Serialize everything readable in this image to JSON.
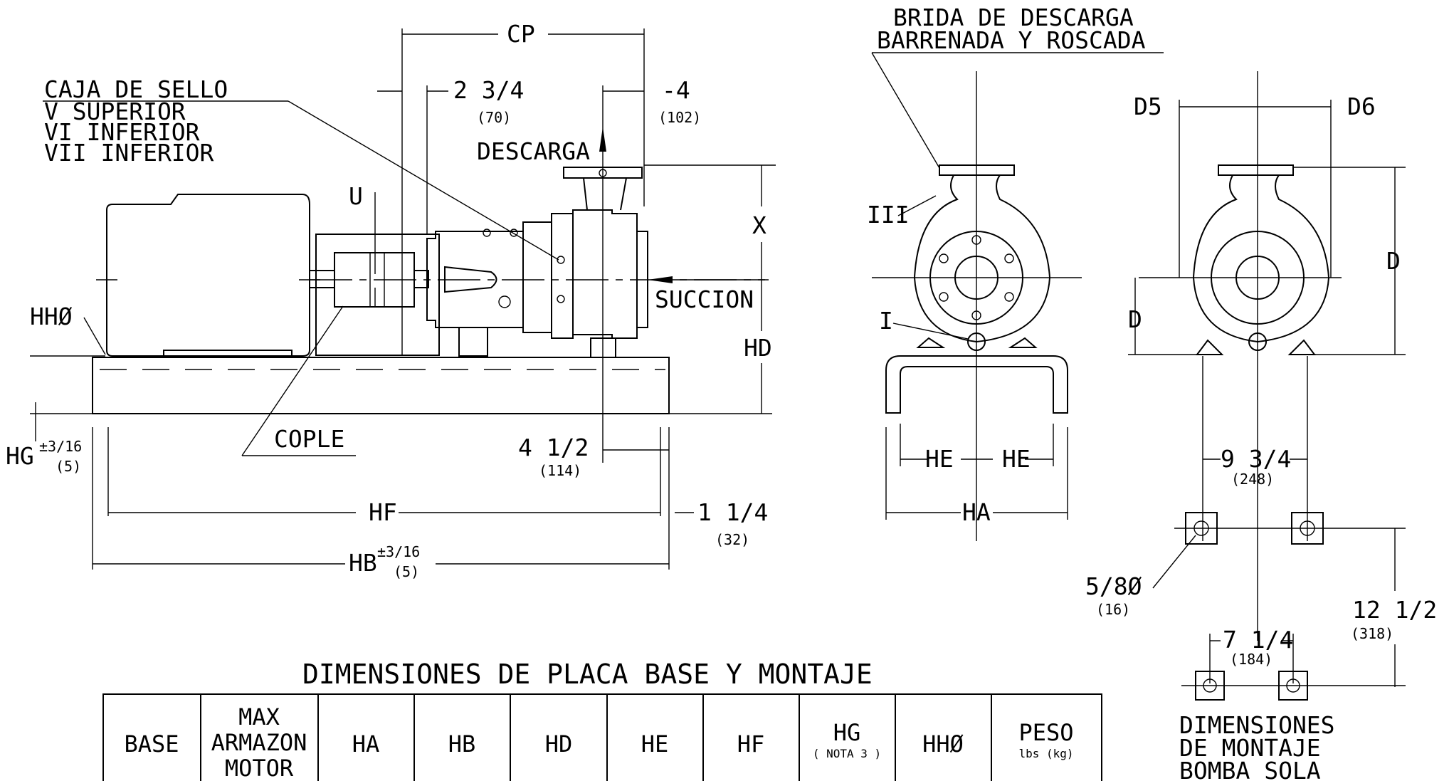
{
  "labels": {
    "caja_line1": "CAJA DE SELLO",
    "caja_line2": "V  SUPERIOR",
    "caja_line3": "VI INFERIOR",
    "caja_line4": "VII INFERIOR",
    "cp": "CP",
    "d234": "2 3/4",
    "d234_mm": "(70)",
    "d4": "-4",
    "d4_mm": "(102)",
    "descarga": "DESCARGA",
    "u": "U",
    "x": "X",
    "succion": "SUCCION",
    "hd": "HD",
    "hh": "HHØ",
    "hg": "HG",
    "hg_tol": "±3/16",
    "hg_mm": "(5)",
    "cople": "COPLE",
    "d412": "4 1/2",
    "d412_mm": "(114)",
    "hf": "HF",
    "d114": "1 1/4",
    "d114_mm": "(32)",
    "hb": "HB",
    "hb_tol": "±3/16",
    "hb_mm": "(5)",
    "brida_line1": "BRIDA DE DESCARGA",
    "brida_line2": "BARRENADA Y ROSCADA",
    "iii": "III",
    "i": "I",
    "he_left": "HE",
    "he_right": "HE",
    "ha": "HA",
    "d5": "D5",
    "d6": "D6",
    "d_right": "D",
    "d_left": "D",
    "d934": "9 3/4",
    "d934_mm": "(248)",
    "d58": "5/8Ø",
    "d58_mm": "(16)",
    "d1212": "12 1/2",
    "d1212_mm": "(318)",
    "d714": "7 1/4",
    "d714_mm": "(184)",
    "mont_line1": "DIMENSIONES",
    "mont_line2": "DE MONTAJE",
    "mont_line3": "BOMBA SOLA"
  },
  "table": {
    "title": "DIMENSIONES DE PLACA BASE Y MONTAJE",
    "headers": {
      "base": "BASE",
      "max_line1": "MAX",
      "max_line2": "ARMAZON",
      "max_line3": "MOTOR",
      "ha": "HA",
      "hb": "HB",
      "hd": "HD",
      "he": "HE",
      "hf": "HF",
      "hg": "HG",
      "hg_note": "( NOTA 3 )",
      "hh": "HHØ",
      "peso": "PESO",
      "peso_units": "lbs (kg)"
    }
  }
}
